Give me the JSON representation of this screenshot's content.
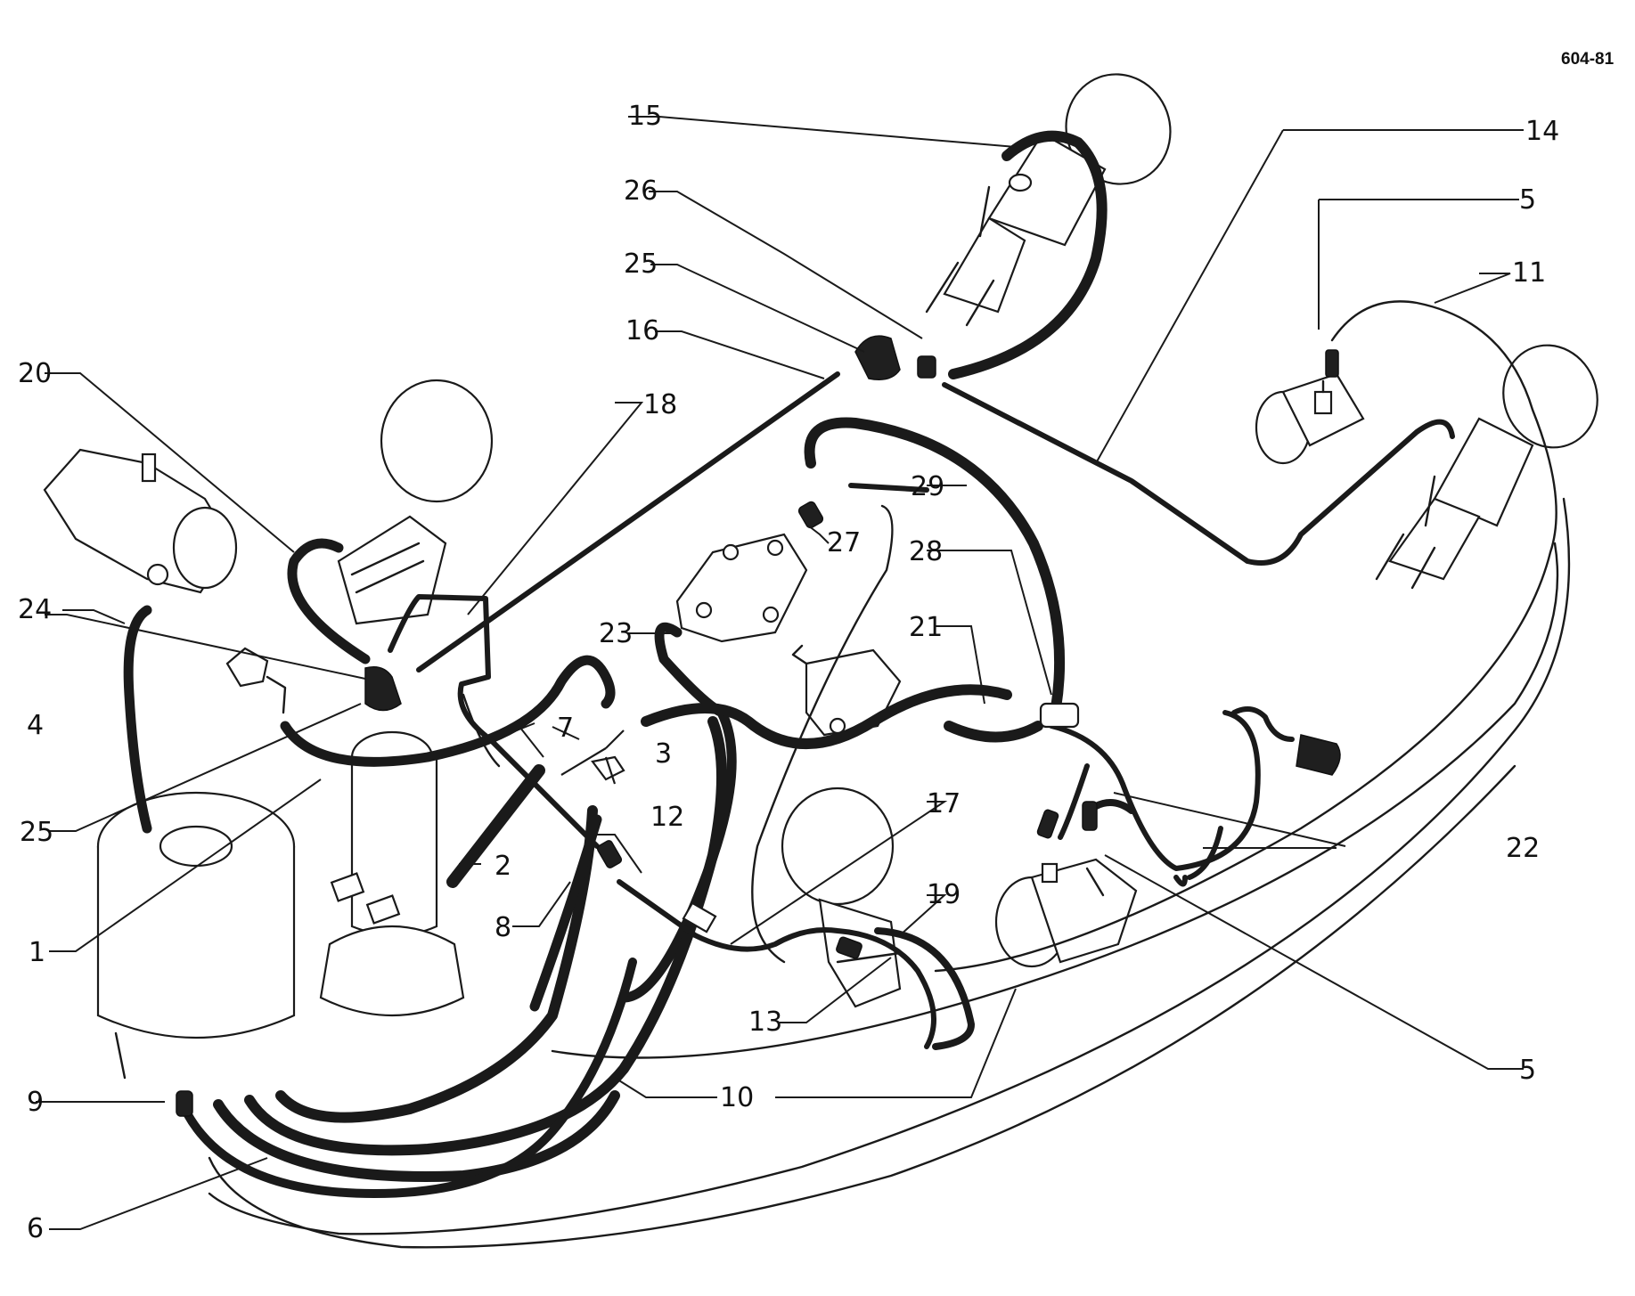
{
  "figure_number": "604-81",
  "callouts": {
    "c1": "1",
    "c2": "2",
    "c3": "3",
    "c4": "4",
    "c5a": "5",
    "c5b": "5",
    "c6": "6",
    "c7": "7",
    "c8": "8",
    "c9": "9",
    "c10": "10",
    "c11": "11",
    "c12": "12",
    "c13": "13",
    "c14": "14",
    "c15": "15",
    "c16": "16",
    "c17": "17",
    "c18": "18",
    "c19": "19",
    "c20": "20",
    "c21": "21",
    "c22": "22",
    "c23": "23",
    "c24": "24",
    "c25a": "25",
    "c25b": "25",
    "c26": "26",
    "c27": "27",
    "c28": "28",
    "c29": "29"
  }
}
